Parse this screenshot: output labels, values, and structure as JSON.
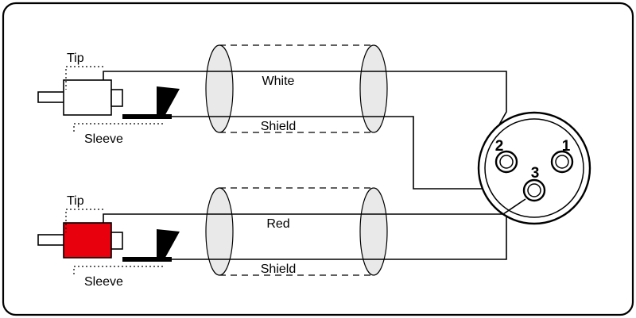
{
  "labels": {
    "top_rca": {
      "tip": "Tip",
      "sleeve": "Sleeve"
    },
    "bottom_rca": {
      "tip": "Tip",
      "sleeve": "Sleeve"
    },
    "top_cable": {
      "signal": "White",
      "shield": "Shield"
    },
    "bottom_cable": {
      "signal": "Red",
      "shield": "Shield"
    },
    "xlr": {
      "pin1": "1",
      "pin2": "2",
      "pin3": "3"
    }
  },
  "colors": {
    "red_connector": "#e8000d",
    "white_connector": "#ffffff",
    "cable_fill": "#e9e9e9",
    "line": "#000000",
    "background": "#ffffff"
  }
}
